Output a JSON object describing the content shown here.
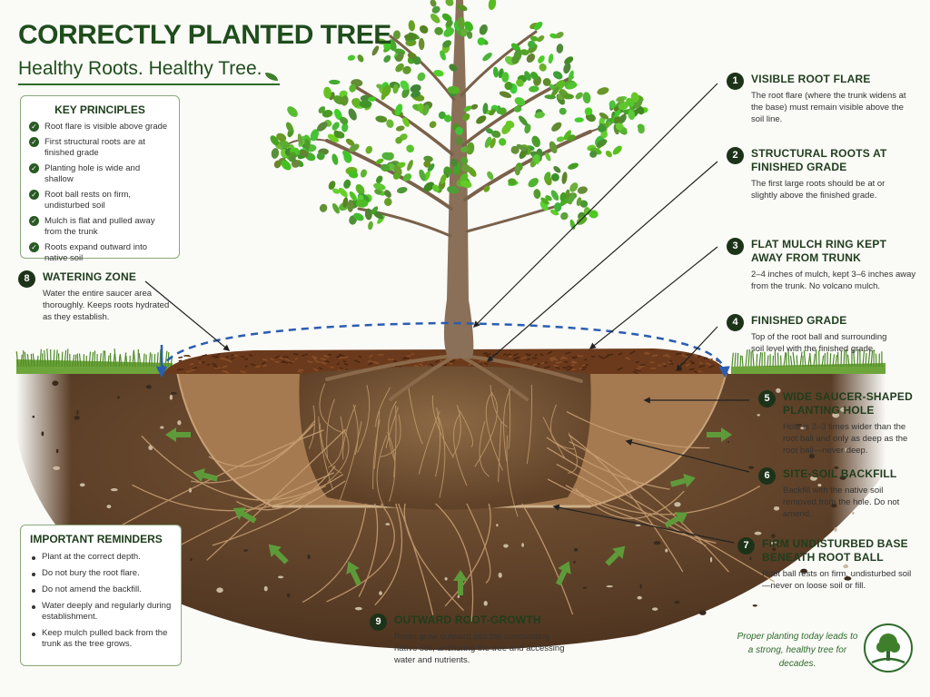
{
  "header": {
    "title": "CORRECTLY PLANTED TREE",
    "subtitle": "Healthy Roots.  Healthy Tree."
  },
  "key_principles": {
    "title": "KEY PRINCIPLES",
    "items": [
      "Root flare is visible above grade",
      "First structural roots are at finished grade",
      "Planting hole is wide and shallow",
      "Root ball rests on firm, undisturbed soil",
      "Mulch is flat and pulled away from the trunk",
      "Roots expand outward into native soil"
    ]
  },
  "important_reminders": {
    "title": "IMPORTANT REMINDERS",
    "items": [
      "Plant at the correct depth.",
      "Do not bury the root flare.",
      "Do not amend the backfill.",
      "Water deeply and regularly during establishment.",
      "Keep mulch pulled back from the trunk as the tree grows."
    ]
  },
  "callouts": [
    {
      "num": "1",
      "title": "VISIBLE ROOT FLARE",
      "body": "The root flare (where the trunk widens at the base) must remain visible above the soil line."
    },
    {
      "num": "2",
      "title": "STRUCTURAL ROOTS AT FINISHED GRADE",
      "body": "The first large roots should be at or slightly above the finished grade."
    },
    {
      "num": "3",
      "title": "FLAT MULCH RING KEPT AWAY FROM TRUNK",
      "body": "2–4 inches of mulch, kept 3–6 inches away from the trunk. No volcano mulch."
    },
    {
      "num": "4",
      "title": "FINISHED GRADE",
      "body": "Top of the root ball and surrounding soil level with the finished grade."
    },
    {
      "num": "5",
      "title": "WIDE SAUCER-SHAPED PLANTING HOLE",
      "body": "Hole is 2–3 times wider than the root ball and only as deep as the root ball—never deep."
    },
    {
      "num": "6",
      "title": "SITE-SOIL BACKFILL",
      "body": "Backfill with the native soil removed from the hole. Do not amend."
    },
    {
      "num": "7",
      "title": "FIRM UNDISTURBED BASE BENEATH ROOT BALL",
      "body": "Root ball rests on firm, undisturbed soil—never on loose soil or fill."
    },
    {
      "num": "8",
      "title": "WATERING ZONE",
      "body": "Water the entire saucer area thoroughly. Keeps roots hydrated as they establish."
    },
    {
      "num": "9",
      "title": "OUTWARD ROOT-GROWTH",
      "body": "Roots grow outward into the surrounding native soil, anchoring the tree and accessing water and nutrients."
    }
  ],
  "footer": {
    "note": "Proper planting today leads to a strong, healthy tree for decades."
  },
  "colors": {
    "title_green": "#1f4d1c",
    "soil_dark": "#5a3d24",
    "soil_light": "#a57a50",
    "mulch": "#6b3a1c",
    "water_line": "#2a5db0",
    "arrow_green": "#5f9a3a",
    "callout_badge": "#1d3319"
  }
}
